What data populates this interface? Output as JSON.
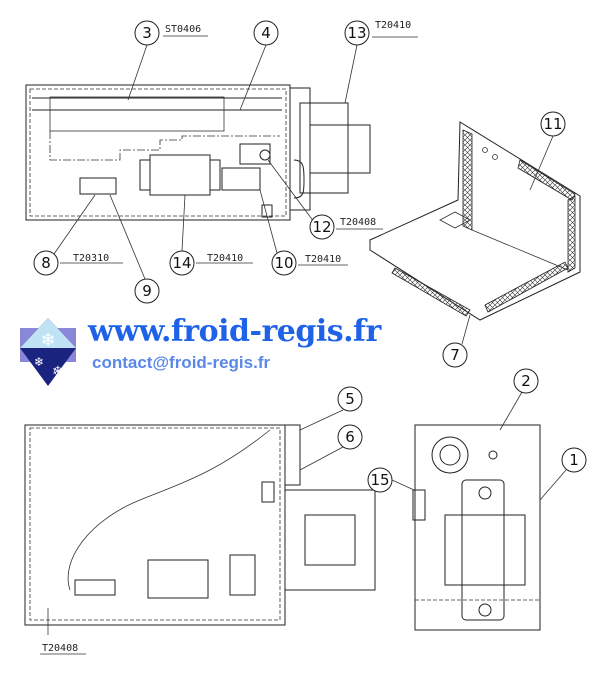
{
  "brand": {
    "website": "www.froid-regis.fr",
    "email": "contact@froid-regis.fr",
    "colors": {
      "website": "#1f62e8",
      "email": "#5a88e8",
      "logo_dark": "#1a237e",
      "logo_light": "#bfe3f5"
    }
  },
  "callouts": [
    "1",
    "2",
    "3",
    "4",
    "5",
    "6",
    "7",
    "8",
    "9",
    "10",
    "11",
    "12",
    "13",
    "14",
    "15"
  ],
  "part_refs": {
    "p3": "ST0406",
    "p13": "T20410",
    "p12": "T20408",
    "p8": "T20310",
    "p14": "T20410",
    "p10": "T20410",
    "bottom": "T20408"
  }
}
